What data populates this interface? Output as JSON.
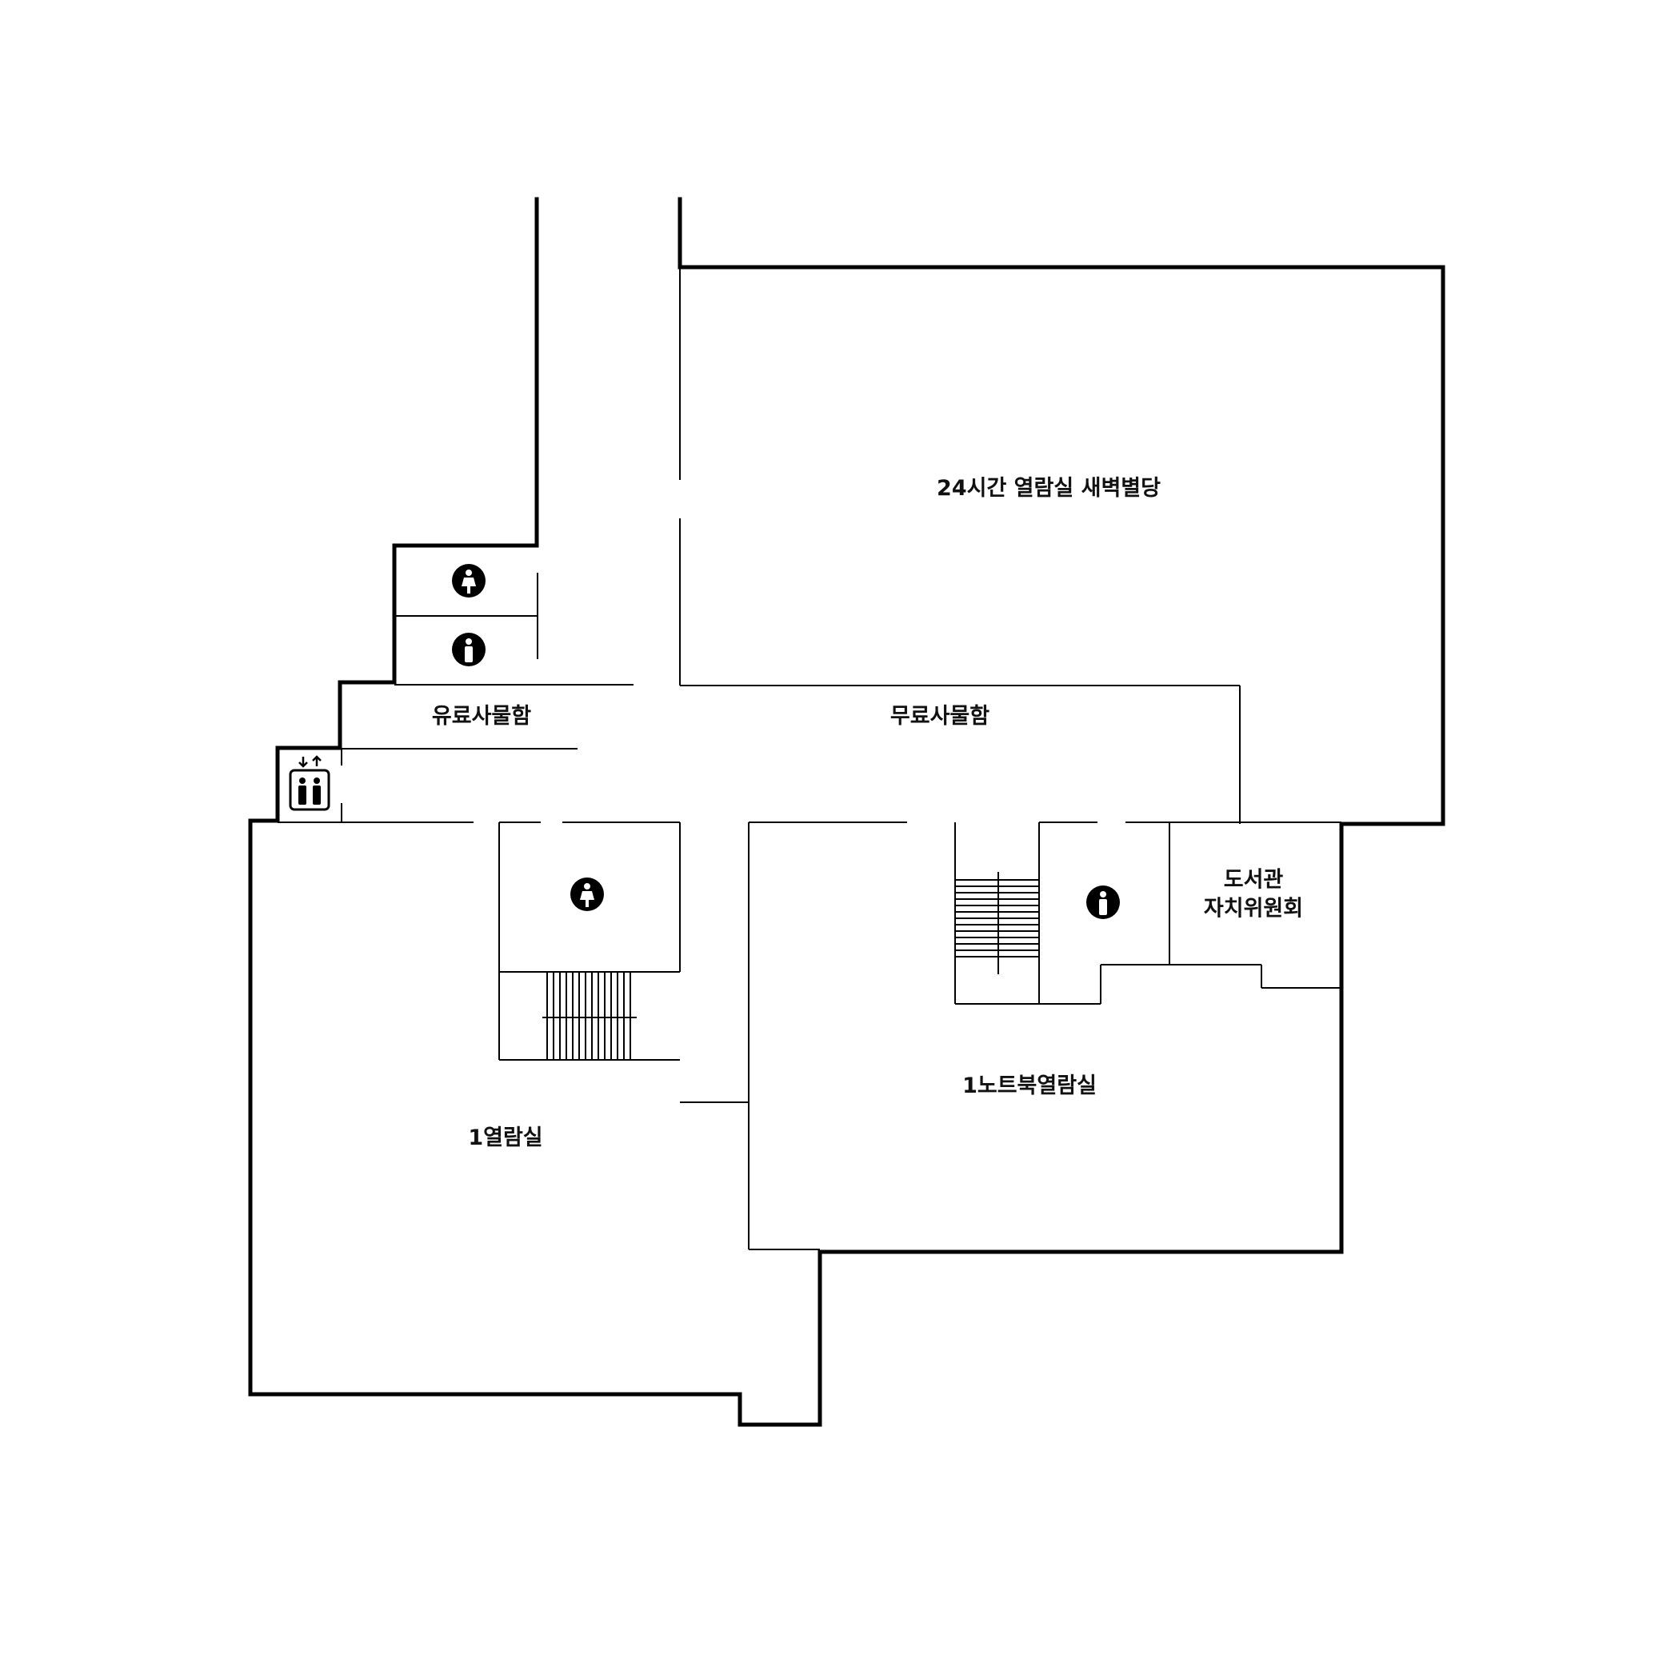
{
  "rooms": {
    "room_24h": "24시간 열람실 새벽별당",
    "paid_lockers": "유료사물함",
    "free_lockers": "무료사물함",
    "student_council_line1": "도서관",
    "student_council_line2": "자치위원회",
    "notebook_room": "1노트북열람실",
    "reading_room_1": "1열람실"
  },
  "icons": {
    "restroom_female": "restroom-female-icon",
    "restroom_male": "restroom-male-icon",
    "elevator": "elevator-icon",
    "stairs": "stairs-icon"
  }
}
